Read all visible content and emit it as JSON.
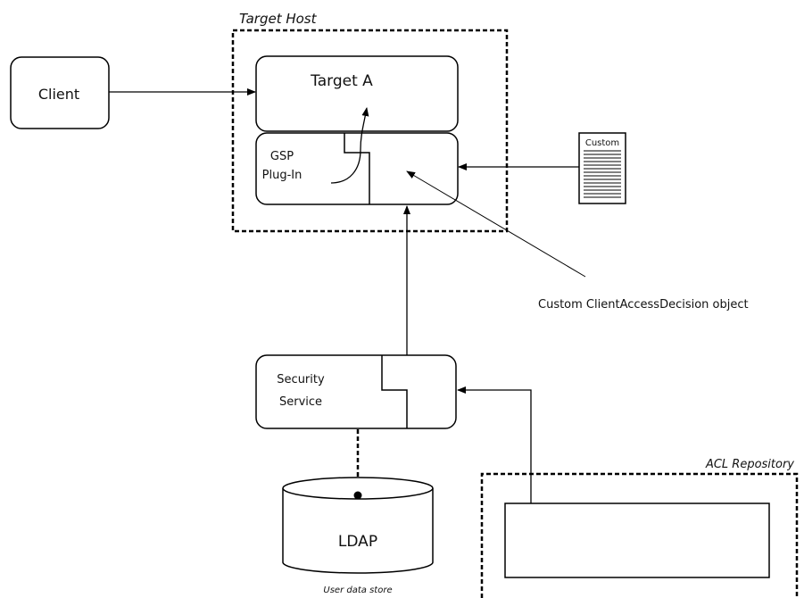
{
  "groups": {
    "target_host": "Target Host",
    "acl_repository": "ACL Repository"
  },
  "nodes": {
    "client": "Client",
    "target_a": "Target A",
    "gsp_line1": "GSP",
    "gsp_line2": "Plug-In",
    "custom_doc": "Custom",
    "security_line1": "Security",
    "security_line2": "Service",
    "ldap": "LDAP",
    "ldap_caption": "User data store"
  },
  "annotations": {
    "custom_decision": "Custom ClientAccessDecision object"
  },
  "colors": {
    "stroke": "#000000",
    "background": "#ffffff"
  }
}
